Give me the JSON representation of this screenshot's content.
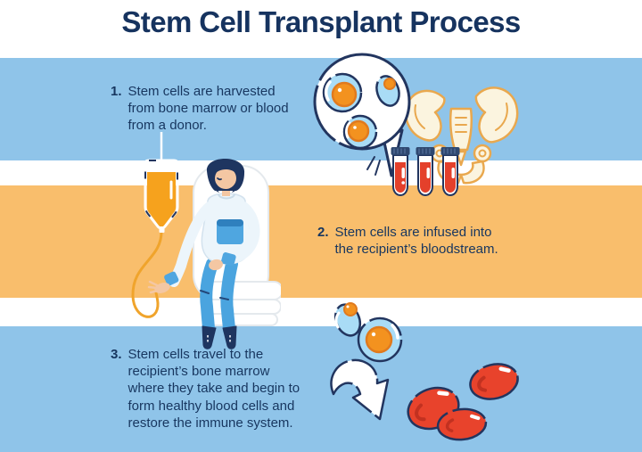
{
  "title": "Stem Cell Transplant Process",
  "steps": [
    {
      "number": "1.",
      "text": "Stem cells are harvested from bone marrow or blood from a donor."
    },
    {
      "number": "2.",
      "text": "Stem cells are infused into the recipient’s bloodstream."
    },
    {
      "number": "3.",
      "text": "Stem cells travel to the recipient’s bone marrow where they take and begin to form healthy blood cells and restore the immune system."
    }
  ],
  "illustrations": [
    {
      "name": "stem-cell-bubble",
      "depicts": "magnifier speech bubble with three stem cells (blue cytoplasm, orange nuclei)"
    },
    {
      "name": "pelvis-bone",
      "depicts": "pelvic bone (bone marrow harvest site)"
    },
    {
      "name": "blood-test-tubes",
      "depicts": "three capped test tubes filled with blood"
    },
    {
      "name": "iv-infusion-patient",
      "depicts": "patient seated in chair receiving IV infusion from hanging bag"
    },
    {
      "name": "stem-cells",
      "depicts": "two stem cells travelling"
    },
    {
      "name": "curved-arrow",
      "depicts": "white curved arrow pointing to blood cells"
    },
    {
      "name": "red-blood-cells",
      "depicts": "three healthy red blood cells"
    }
  ],
  "colors": {
    "background": "#ffffff",
    "band_blue": "#8fc4e9",
    "band_orange": "#f9be6c",
    "text_navy": "#17365f",
    "outline_navy": "#22355f",
    "cell_blue": "#a9dcf6",
    "nucleus_orange": "#f3921f",
    "blood_red": "#e8432c",
    "bone_cream": "#fbf4df",
    "bone_outline": "#e9a84e",
    "iv_fluid_orange": "#f6a21d",
    "denim_blue": "#4aa4df",
    "accent_pocket_blue": "#4fa6e0"
  }
}
